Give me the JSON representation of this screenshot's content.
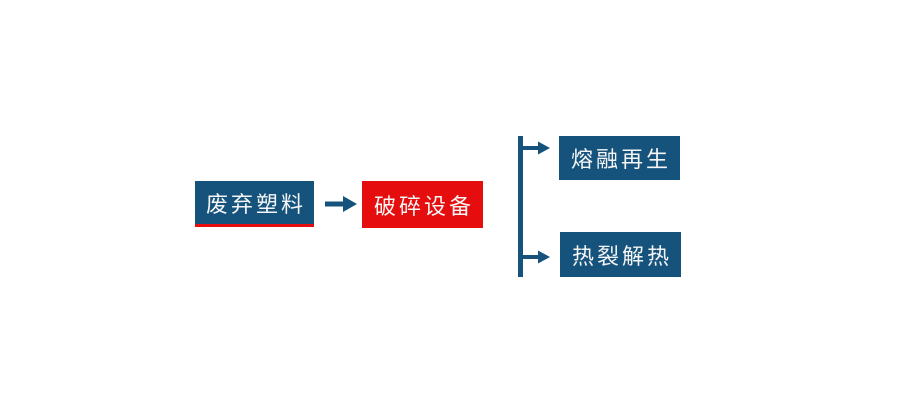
{
  "diagram": {
    "type": "flowchart",
    "background": "#FFFFFF",
    "colors": {
      "node_blue": "#15537D",
      "node_red": "#E50D0D",
      "underline_red": "#E50D0D",
      "connector_blue": "#15537D",
      "node_text": "#F5F5F5"
    },
    "nodes": [
      {
        "id": "waste-plastic",
        "label": "废弃塑料",
        "color": "blue",
        "underline": true
      },
      {
        "id": "crushing-equipment",
        "label": "破碎设备",
        "color": "red",
        "underline": false
      },
      {
        "id": "melt-regeneration",
        "label": "熔融再生",
        "color": "blue",
        "underline": false
      },
      {
        "id": "thermal-pyrolysis",
        "label": "热裂解热",
        "color": "blue",
        "underline": false
      }
    ],
    "connections": [
      {
        "from": "waste-plastic",
        "to": "crushing-equipment",
        "type": "arrow"
      },
      {
        "from": "crushing-equipment",
        "to": "melt-regeneration",
        "type": "branch-arrow"
      },
      {
        "from": "crushing-equipment",
        "to": "thermal-pyrolysis",
        "type": "branch-arrow"
      }
    ]
  }
}
